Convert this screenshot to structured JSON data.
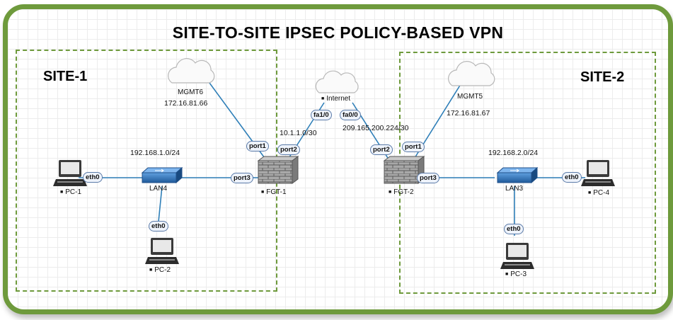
{
  "title": "SITE-TO-SITE IPSEC POLICY-BASED VPN",
  "sites": [
    {
      "label": "SITE-1"
    },
    {
      "label": "SITE-2"
    }
  ],
  "clouds": {
    "mgmt6": {
      "name": "MGMT6",
      "ip": "172.16.81.66"
    },
    "internet": {
      "name": "Internet"
    },
    "mgmt5": {
      "name": "MGMT5",
      "ip": "172.16.81.67"
    }
  },
  "firewalls": {
    "fgt1": {
      "name": "FGT-1"
    },
    "fgt2": {
      "name": "FGT-2"
    }
  },
  "switches": {
    "lan4": {
      "name": "LAN4",
      "subnet": "192.168.1.0/24"
    },
    "lan3": {
      "name": "LAN3",
      "subnet": "192.168.2.0/24"
    }
  },
  "pcs": {
    "pc1": "PC-1",
    "pc2": "PC-2",
    "pc3": "PC-3",
    "pc4": "PC-4"
  },
  "links": {
    "left_wan": "10.1.1.0/30",
    "right_wan": "209.165.200.224/30"
  },
  "ports": {
    "pc1_eth": "eth0",
    "pc2_eth": "eth0",
    "pc3_eth": "eth0",
    "pc4_eth": "eth0",
    "fgt1_port1": "port1",
    "fgt1_port2": "port2",
    "fgt1_port3": "port3",
    "fgt2_port1": "port1",
    "fgt2_port2": "port2",
    "fgt2_port3": "port3",
    "inet_fa10": "fa1/0",
    "inet_fa00": "fa0/0"
  },
  "colors": {
    "frame": "#6e9a3c",
    "link": "#2f7fb8",
    "firewall": "#9a9a9a",
    "switch": "#2f6fb5"
  }
}
